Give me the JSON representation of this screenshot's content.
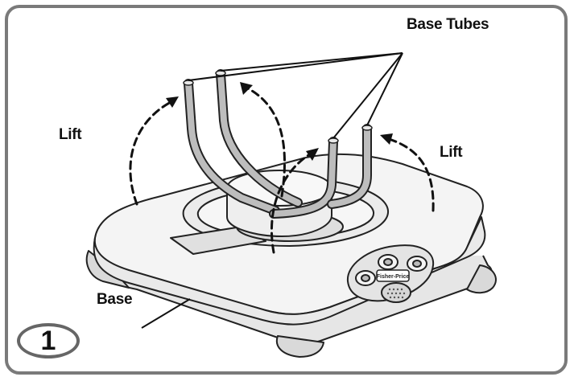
{
  "labels": {
    "base_tubes": "Base Tubes",
    "lift_left": "Lift",
    "lift_right": "Lift",
    "base": "Base"
  },
  "step_number": "1",
  "brand_logo_text": "Fisher-Price",
  "colors": {
    "frame": "#7a7a7a",
    "tube": "#b8b8b8",
    "base_fill": "#f2f2f2",
    "outline": "#222222",
    "arrow": "#111111"
  }
}
